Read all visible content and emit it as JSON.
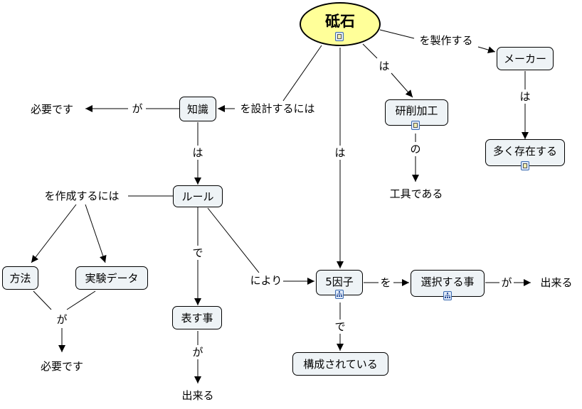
{
  "map": {
    "root": {
      "label": "砥石",
      "badge": "document-icon"
    },
    "concepts": {
      "chishiki": "知識",
      "maker": "メーカー",
      "kensaku": "研削加工",
      "ooku": "多く存在する",
      "rule": "ルール",
      "houhou": "方法",
      "jikken": "実験データ",
      "arawasu": "表す事",
      "goinshi": "5因子",
      "sentaku": "選択する事",
      "kousei": "構成されている"
    },
    "plain_concepts": {
      "hitsuyou1": "必要です",
      "kougu": "工具である",
      "dekiru1": "出来る",
      "hitsuyou2": "必要です",
      "dekiru2": "出来る"
    },
    "linking_phrases": {
      "seisaku": "を製作する",
      "wa_kensaku": "は",
      "wa_goinshi": "は",
      "sekkei": "を設計するには",
      "ga_chishiki": "が",
      "wa_chishiki": "は",
      "wa_maker": "は",
      "no": "の",
      "sakusei": "を作成するには",
      "de_rule": "で",
      "niyori": "により",
      "ga_houhou": "が",
      "ga_arawasu": "が",
      "de_goinshi": "で",
      "wo": "を",
      "ga_sentaku": "が"
    },
    "badges": {
      "root": "document-icon",
      "kensaku": "document-icon",
      "ooku": "document-icon",
      "goinshi": "submap-icon",
      "sentaku": "submap-icon"
    },
    "colors": {
      "root_fill": "#ffff99",
      "concept_fill": "#eef3f6",
      "line": "#000000",
      "badge_border": "#3a6ab0"
    }
  }
}
